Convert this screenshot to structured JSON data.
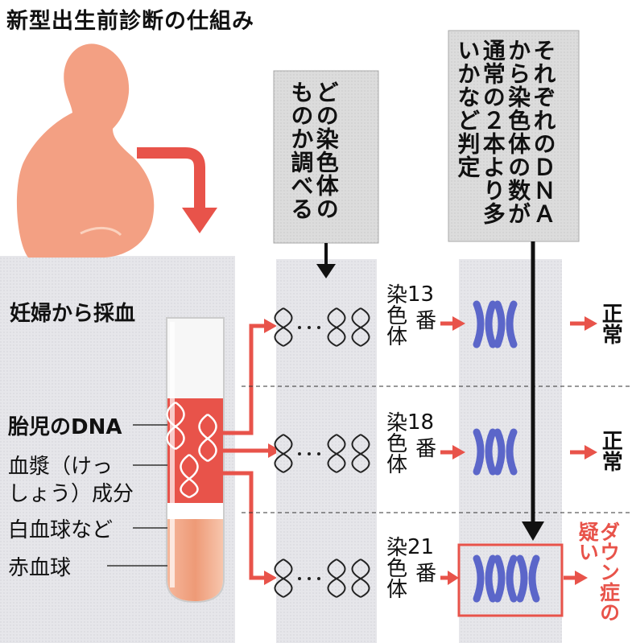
{
  "title": "新型出生前診断の仕組み",
  "blood_label": "妊婦から採血",
  "tube_labels": {
    "fetal_dna": "胎児のDNA",
    "plasma_1": "血漿（けっ",
    "plasma_2": "しょう）成分",
    "wbc": "白血球など",
    "rbc": "赤血球"
  },
  "step1_text": [
    "どの染色体の",
    "ものか調べる"
  ],
  "step2_text": [
    "それぞれのＤＮＡ",
    "から染色体の数が",
    "通常の２本より多",
    "いかなど判定"
  ],
  "chromosome_rows": [
    {
      "number": "13",
      "side": "番",
      "label": "染色体",
      "result": "正常"
    },
    {
      "number": "18",
      "side": "番",
      "label": "染色体",
      "result": "正常"
    },
    {
      "number": "21",
      "side": "番",
      "label": "染色体",
      "result": "ダウン症の疑い"
    }
  ],
  "colors": {
    "accent_red": "#e8534a",
    "panel_gray": "#e4e4e8",
    "box_gray": "#dcdcdc",
    "chromosome_blue": "#5b66c9",
    "silhouette": "#f08e6e"
  }
}
